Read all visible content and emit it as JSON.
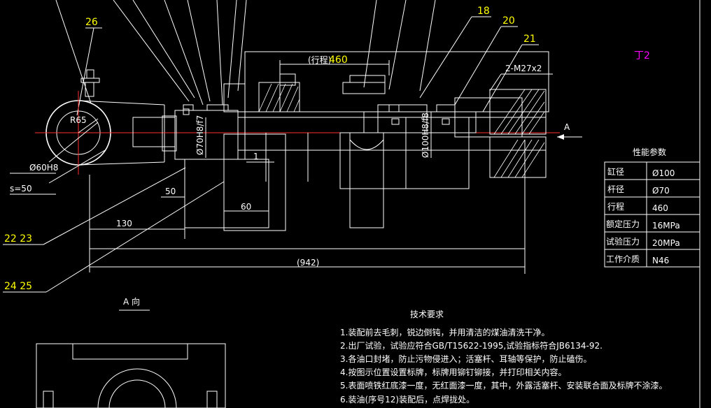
{
  "colors": {
    "background": "#000000",
    "lines": "#ffffff",
    "callouts": "#ffff00",
    "layer_tag": "#ff00ff",
    "center_lines": "#ff3030"
  },
  "drawing": {
    "layer_tag": "丁2",
    "callouts": [
      "26",
      "18",
      "20",
      "21",
      "22 23",
      "24 25"
    ],
    "dims": {
      "stroke": "460",
      "stroke_note": "(行程)",
      "port_thread": "2-M27x2",
      "radius": "R65",
      "pin_bore": "Ø60H8",
      "s": "s=50",
      "rod_fit": "Ø70H8/f7",
      "bore_fit": "Ø100H8/f8",
      "gap": "1",
      "d50": "50",
      "d60": "60",
      "d130": "130",
      "overall": "(942)"
    },
    "view_arrow": "A",
    "view_title": "A 向"
  },
  "params": {
    "title": "性能参数",
    "rows": [
      {
        "label": "缸径",
        "value": "Ø100"
      },
      {
        "label": "杆径",
        "value": "Ø70"
      },
      {
        "label": "行程",
        "value": "460"
      },
      {
        "label": "额定压力",
        "value": "16MPa"
      },
      {
        "label": "试验压力",
        "value": "20MPa"
      },
      {
        "label": "工作介质",
        "value": "N46"
      }
    ]
  },
  "requirements": {
    "title": "技术要求",
    "items": [
      "1.装配前去毛刺，锐边倒钝，并用清洁的煤油清洗干净。",
      "2.出厂试验，试验应符合GB/T15622-1995,试验指标符合JB6134-92.",
      "3.各油口封堵，防止污物侵进入；活塞杆、耳轴等保护，防止磕伤。",
      "4.按图示位置设置标牌，标牌用铆钉铆接，并打印相关内容。",
      "5.表面喷铁红底漆一度，无红面漆一度，其中，外露活塞杆、安装联合面及标牌不涂漆。",
      "6.装油(序号12)装配后，点焊拢处。"
    ]
  }
}
